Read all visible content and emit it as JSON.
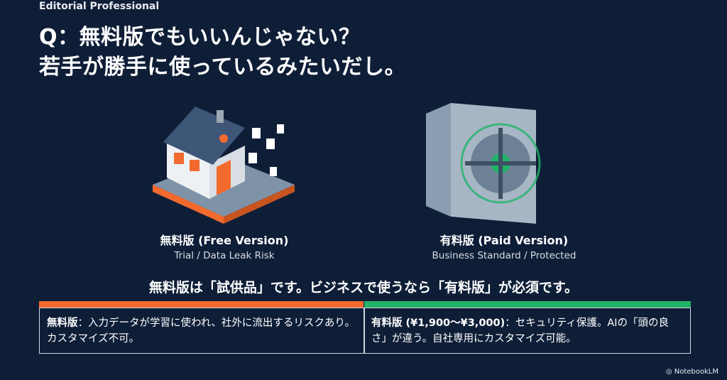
{
  "brand": "Editorial Professional",
  "title": {
    "line1": "Q：無料版でもいいんじゃない？",
    "line2": "若手が勝手に使っているみたいだし。"
  },
  "free": {
    "title": "無料版 (Free Version)",
    "subtitle": "Trial / Data Leak Risk",
    "icon": "leaking-house-icon"
  },
  "paid": {
    "title": "有料版 (Paid Version)",
    "subtitle": "Business Standard / Protected",
    "icon": "vault-icon"
  },
  "message": "無料版は「試供品」です。ビジネスで使うなら「有料版」が必須です。",
  "compare": {
    "free_label": "無料版",
    "free_text": "：入力データが学習に使われ、社外に流出するリスクあり。カスタマイズ不可。",
    "paid_label": "有料版 (¥1,900〜¥3,000)",
    "paid_text": "：セキュリティ保護。AIの「頭の良さ」が違う。自社専用にカスタマイズ可能。"
  },
  "colors": {
    "bg": "#0f1e37",
    "free": "#f26a2e",
    "paid": "#22b36a"
  },
  "footer": "NotebookLM"
}
